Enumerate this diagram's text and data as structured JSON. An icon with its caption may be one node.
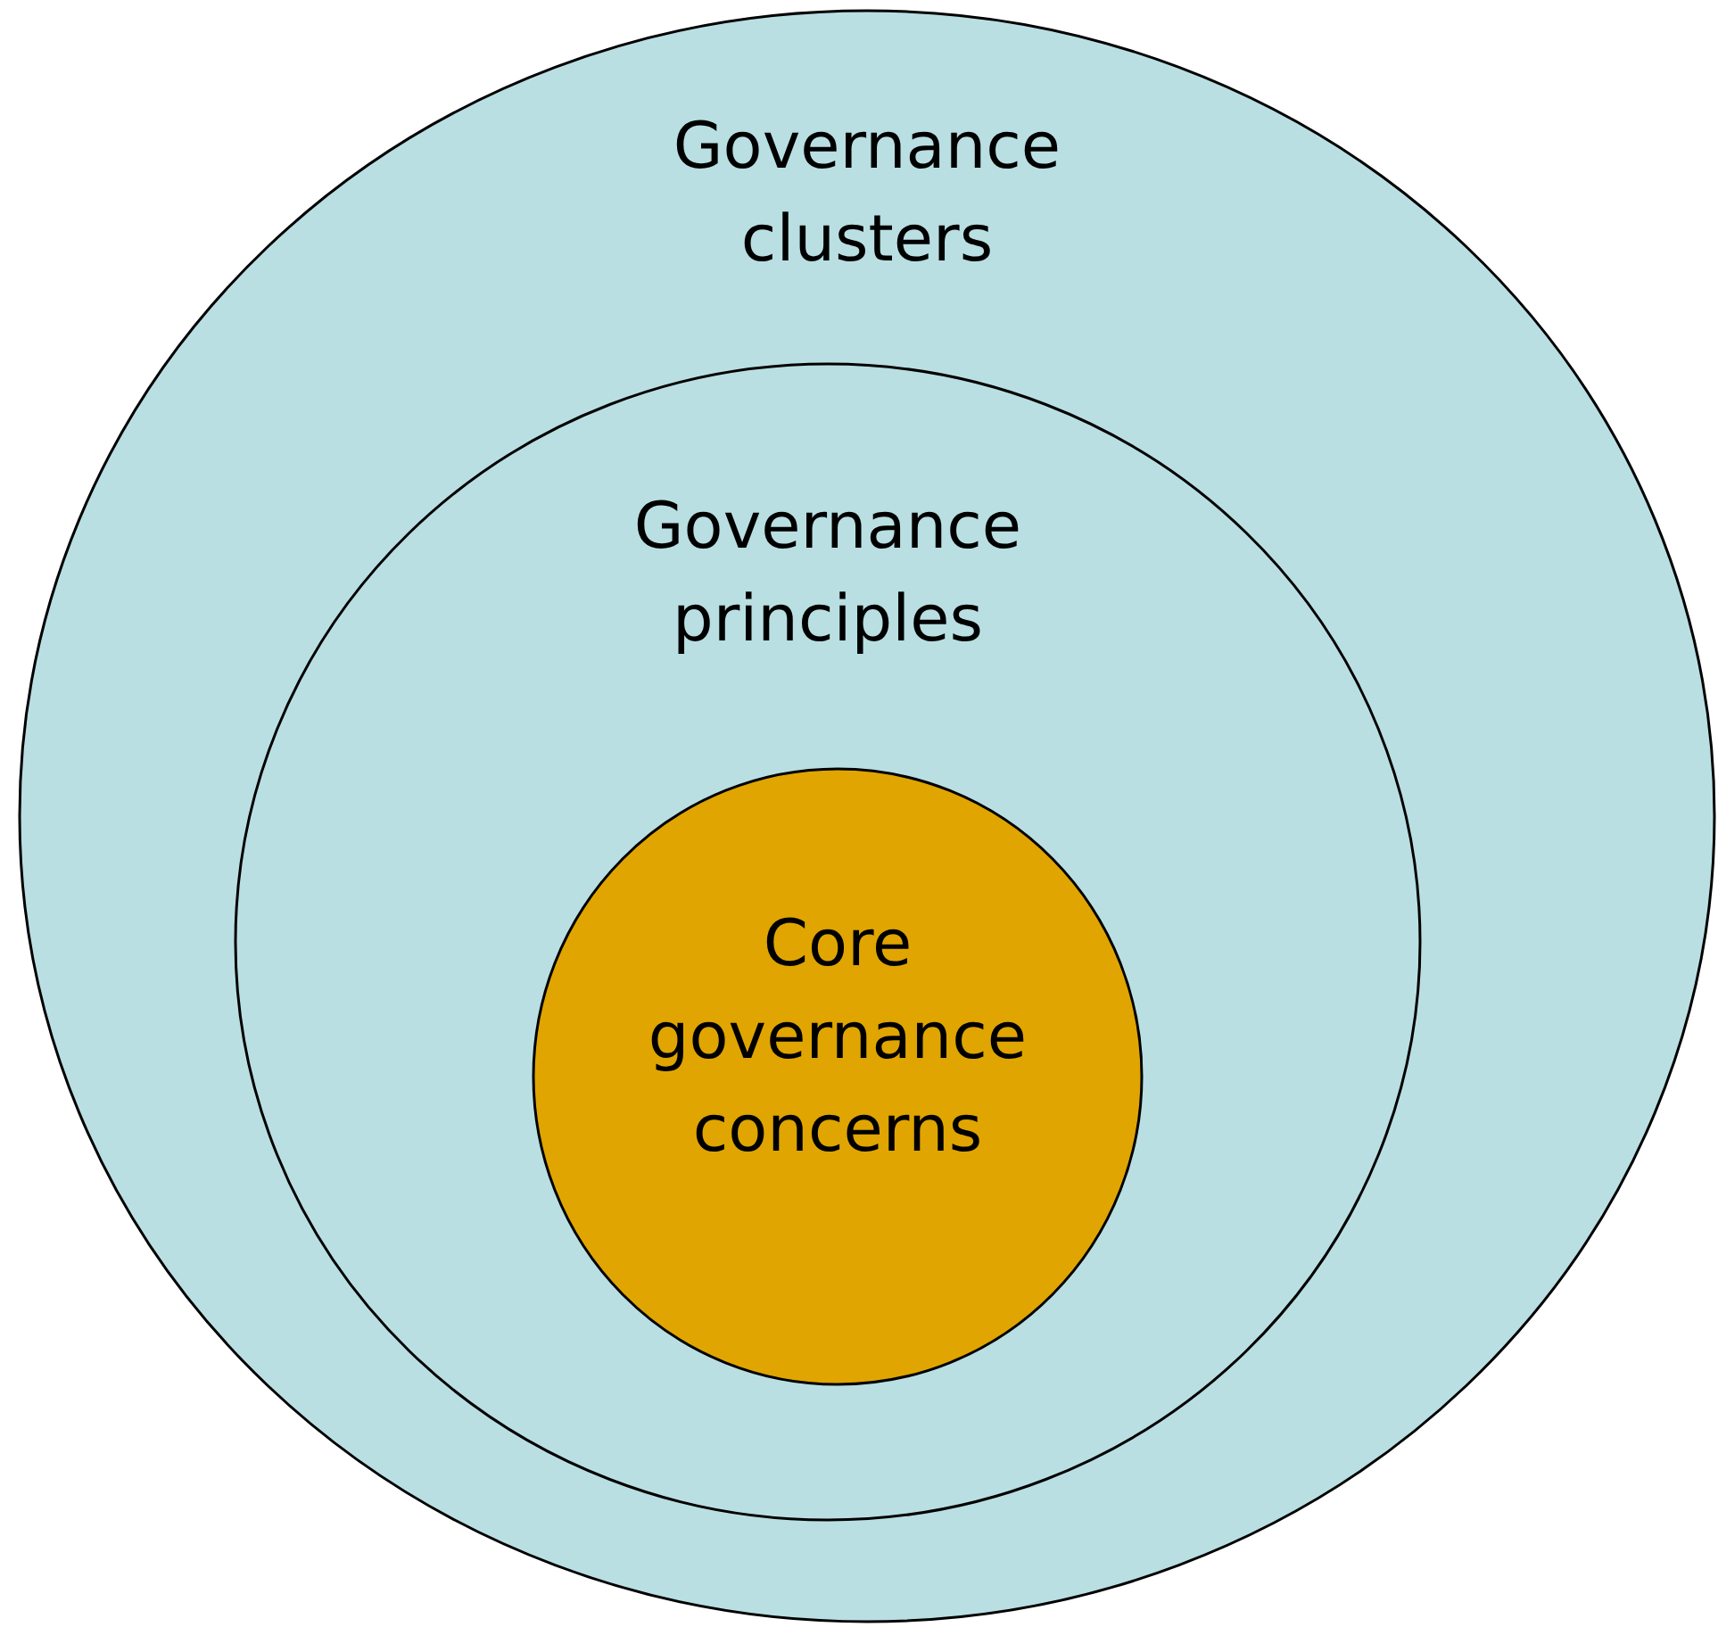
{
  "diagram": {
    "nodes": [
      {
        "text": [
          "Governance clusters"
        ]
      },
      {
        "text": [
          "Governance principles"
        ],
        "in": 0
      },
      {
        "text": [
          "Core governance concerns"
        ],
        "in": 1
      }
    ]
  }
}
